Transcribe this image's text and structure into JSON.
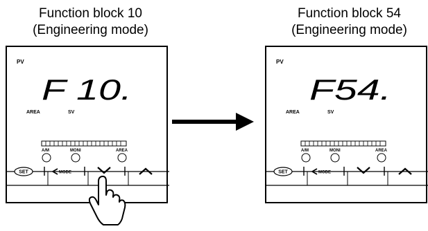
{
  "left": {
    "title_line1": "Function block 10",
    "title_line2": "(Engineering mode)",
    "display": "F 10.",
    "labels": {
      "pv": "PV",
      "area": "AREA",
      "sv": "SV"
    },
    "leds": [
      "A/M",
      "MONI",
      "AREA"
    ],
    "keys": {
      "set": "SET",
      "mode": "MODE",
      "down": "down",
      "up": "up"
    }
  },
  "right": {
    "title_line1": "Function block 54",
    "title_line2": "(Engineering mode)",
    "display": "F54.",
    "labels": {
      "pv": "PV",
      "area": "AREA",
      "sv": "SV"
    },
    "leds": [
      "A/M",
      "MONI",
      "AREA"
    ],
    "keys": {
      "set": "SET",
      "mode": "MODE",
      "down": "down",
      "up": "up"
    }
  },
  "colors": {
    "line": "#000000",
    "background": "#ffffff"
  },
  "icons": {
    "arrow": "right-arrow-icon",
    "hand": "pointing-hand-icon"
  }
}
